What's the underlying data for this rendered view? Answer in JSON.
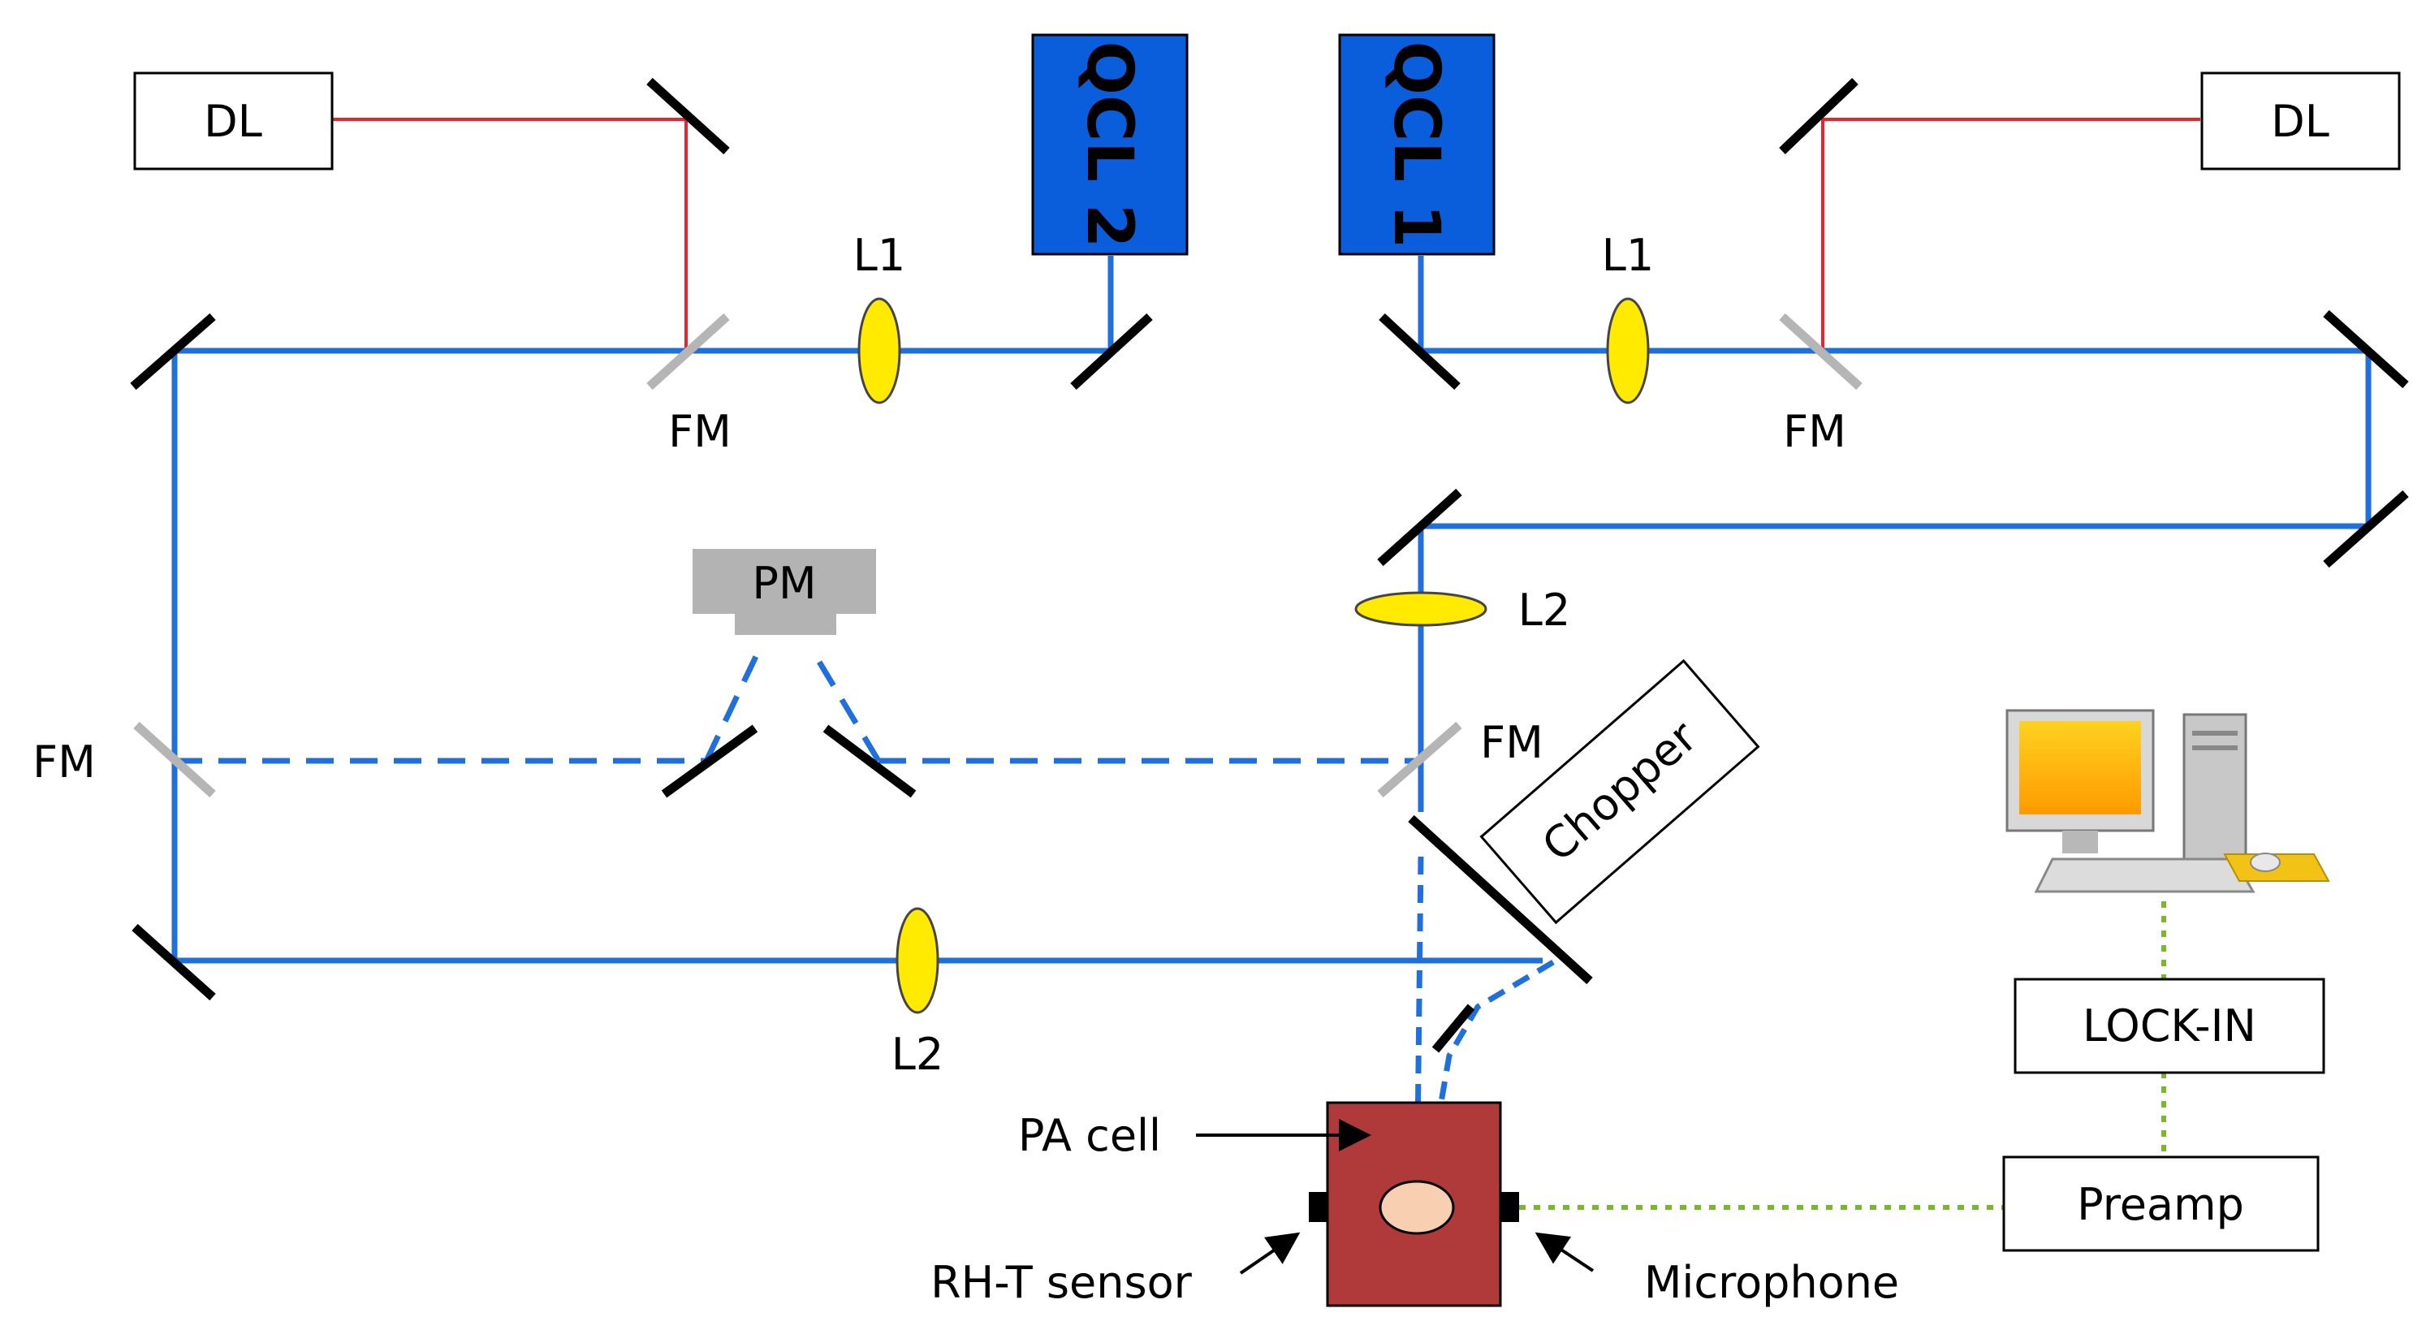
{
  "colors": {
    "beam": "#1f6fdc",
    "visible_laser": "#e8262a",
    "mirror": "#000000",
    "flip_mirror": "#b5b5b5",
    "lens": "#ffea00",
    "qcl_box": "#0a5ddb",
    "pa_cell": "#b03a3a",
    "signal_link": "#78b82a",
    "power_meter": "#b3b3b3"
  },
  "labels": {
    "dl_left": "DL",
    "dl_right": "DL",
    "qcl2": "QCL 2",
    "qcl1": "QCL 1",
    "l1_left": "L1",
    "l1_right": "L1",
    "fm_left_top": "FM",
    "fm_right_top": "FM",
    "fm_far_left": "FM",
    "fm_center": "FM",
    "pm": "PM",
    "l2_vertical": "L2",
    "l2_bottom": "L2",
    "chopper": "Chopper",
    "pa_cell": "PA cell",
    "rht_sensor": "RH-T sensor",
    "microphone": "Microphone",
    "lock_in": "LOCK-IN",
    "preamp": "Preamp"
  },
  "icons": {
    "computer": "desktop-computer-icon"
  }
}
